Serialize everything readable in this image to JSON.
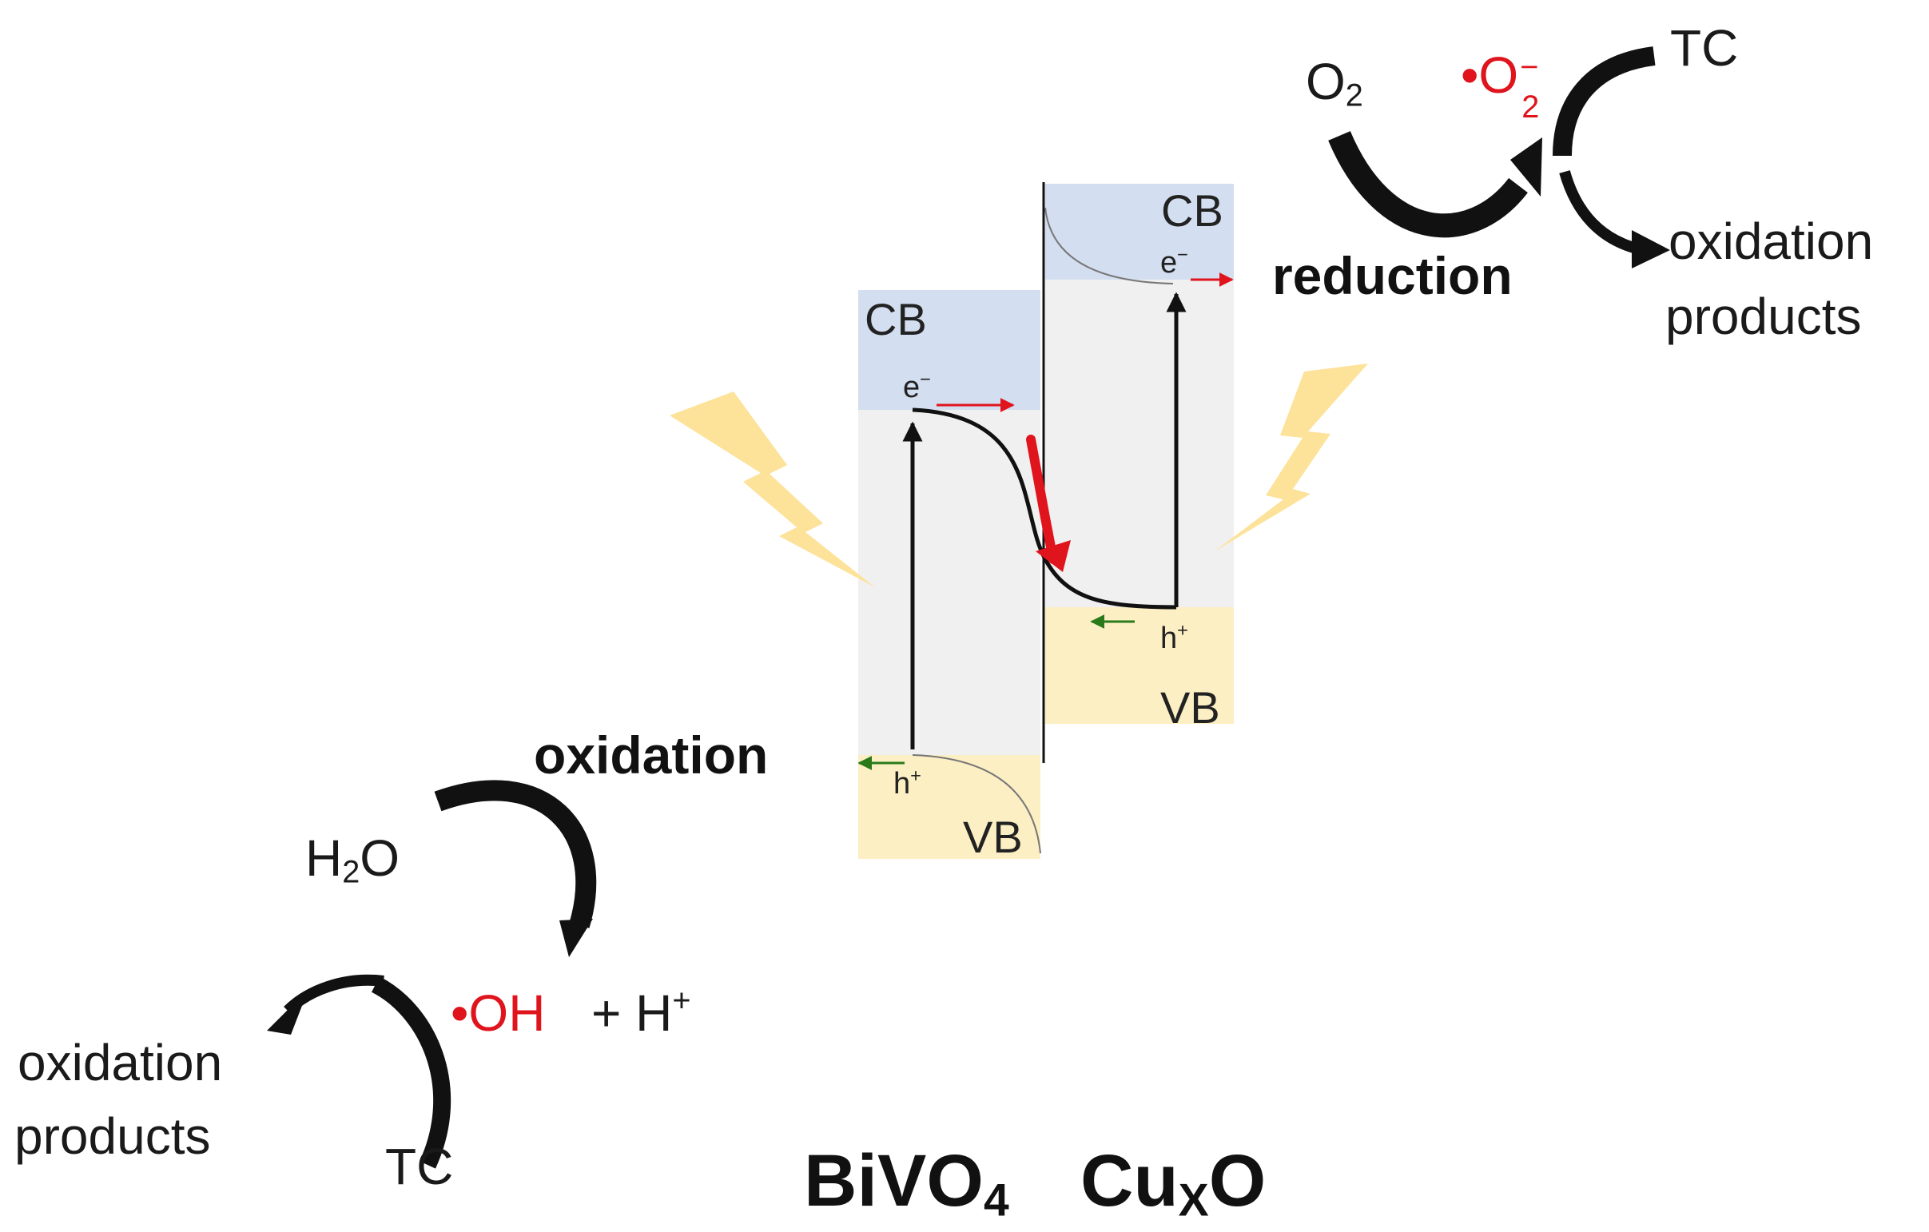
{
  "bands": {
    "cb": "CB",
    "vb": "VB"
  },
  "carriers": {
    "electron": "e",
    "electron_sign": "−",
    "hole": "h",
    "hole_sign": "+"
  },
  "processes": {
    "oxidation": "oxidation",
    "reduction": "reduction"
  },
  "materials": {
    "bivo4": {
      "base": "BiVO",
      "sub": "4"
    },
    "cuxo": {
      "base": "Cu",
      "sub": "X",
      "tail": "O"
    }
  },
  "reduction_cycle": {
    "reactant": {
      "base": "O",
      "sub": "2"
    },
    "radical": {
      "dot": "•",
      "base": "O",
      "sub": "2",
      "sup": "−"
    },
    "pollutant": "TC",
    "products_line1": "oxidation",
    "products_line2": "products"
  },
  "oxidation_cycle": {
    "reactant": {
      "base": "H",
      "sub": "2",
      "tail": "O"
    },
    "radical": "•OH",
    "coproduct": {
      "plus": "+",
      "base": "H",
      "sup": "+"
    },
    "pollutant": "TC",
    "products_line1": "oxidation",
    "products_line2": "products"
  },
  "colors": {
    "conduction_band": "#d3def0",
    "valence_band": "#fcefc4",
    "gap": "#f0f0f0",
    "light": "#fde29a",
    "electron_transfer": "#e0141c",
    "hole_transfer": "#2a7a1a",
    "radical_text": "#e0141c",
    "arrow": "#111111"
  },
  "icons": {
    "light_left": "lightning-icon",
    "light_right": "lightning-icon"
  }
}
